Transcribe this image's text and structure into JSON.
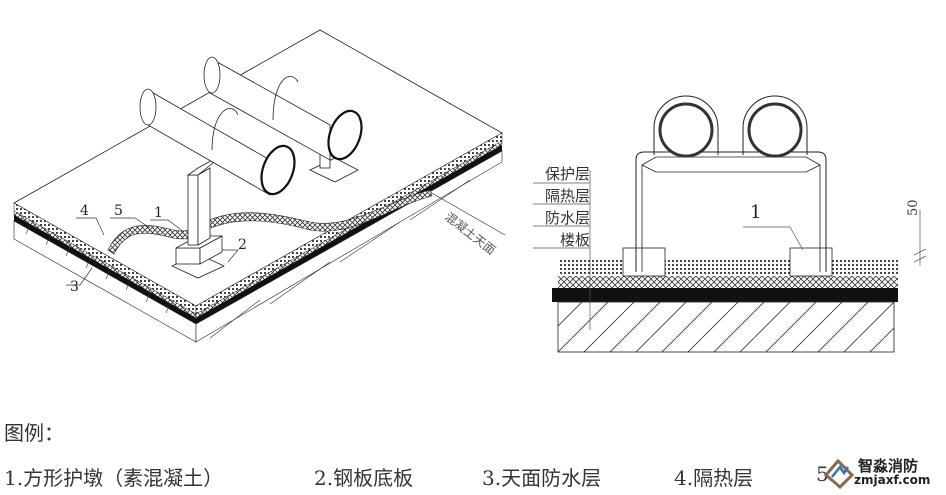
{
  "isometric_view": {
    "callouts": [
      "1",
      "2",
      "3",
      "4",
      "5"
    ],
    "slab_label": "混凝土天面"
  },
  "section_view": {
    "layer_labels": [
      "保护层",
      "隔热层",
      "防水层",
      "楼板"
    ],
    "callout": "1",
    "dimension": "50"
  },
  "legend": {
    "title": "图例：",
    "items": [
      "1.方形护墩（素混凝土）",
      "2.钢板底板",
      "3.天面防水层",
      "4.隔热层",
      "5."
    ]
  },
  "watermark": {
    "name": "智淼消防",
    "url": "zmjaxf.com"
  }
}
